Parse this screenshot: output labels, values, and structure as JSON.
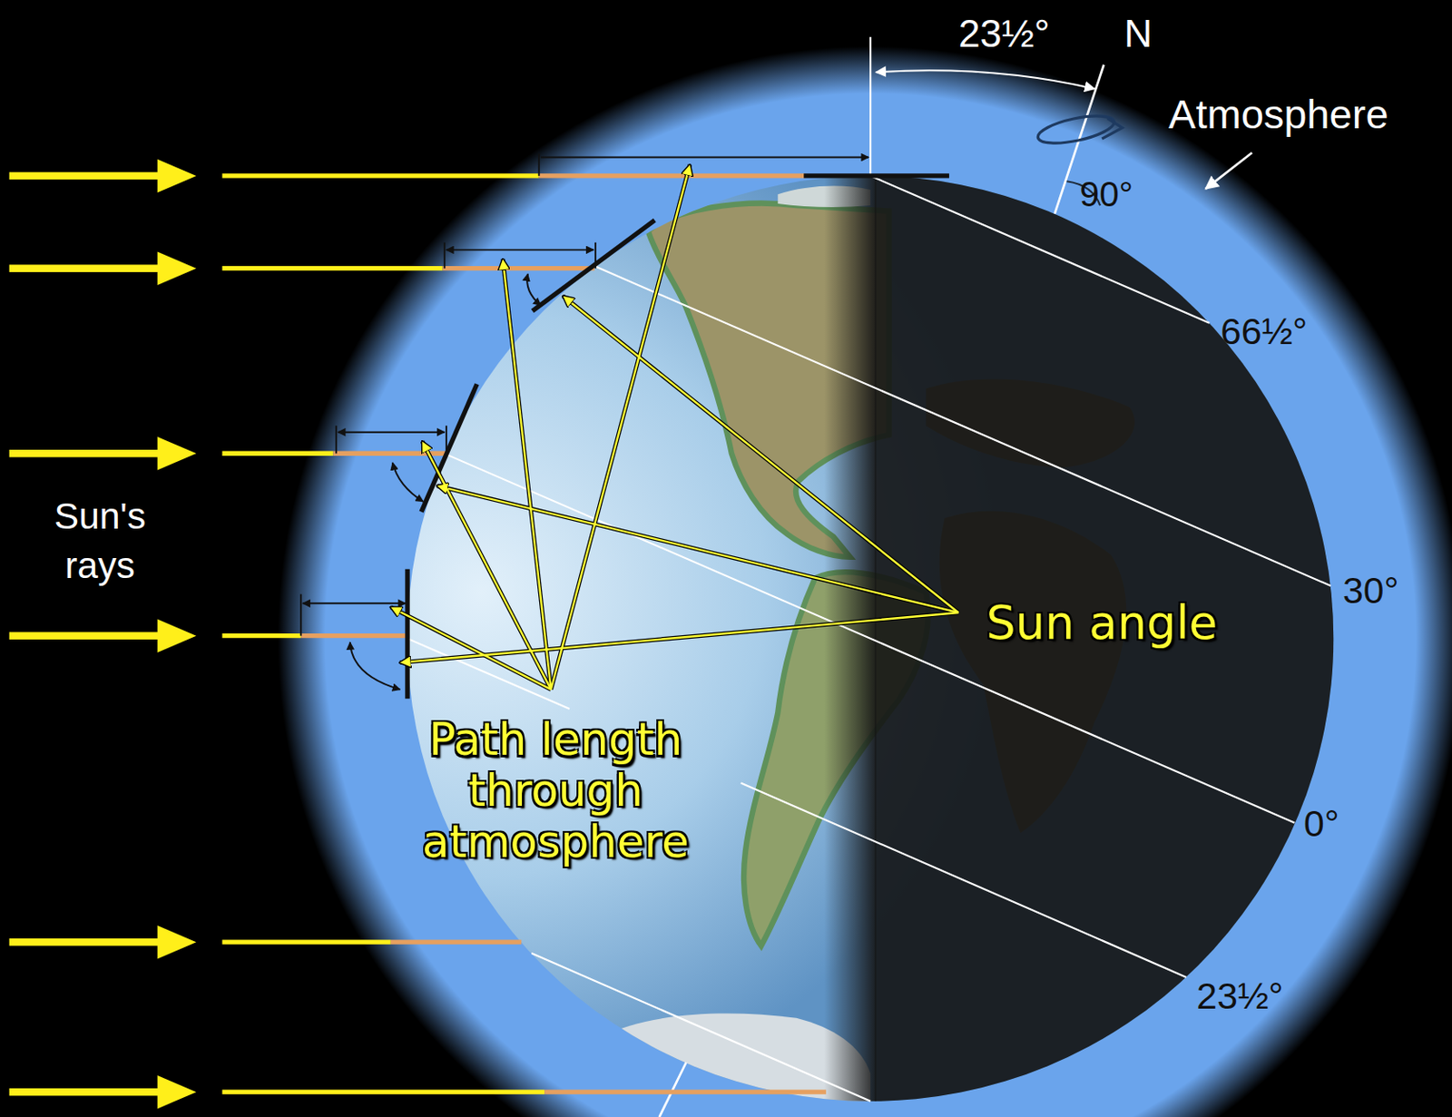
{
  "diagram": {
    "labels": [
      "23½°",
      "N",
      "Atmosphere",
      "90°",
      "66½°",
      "Sun's rays",
      "Sun angle",
      "30°",
      "Path length through atmosphere",
      "0°",
      "23½°"
    ]
  }
}
